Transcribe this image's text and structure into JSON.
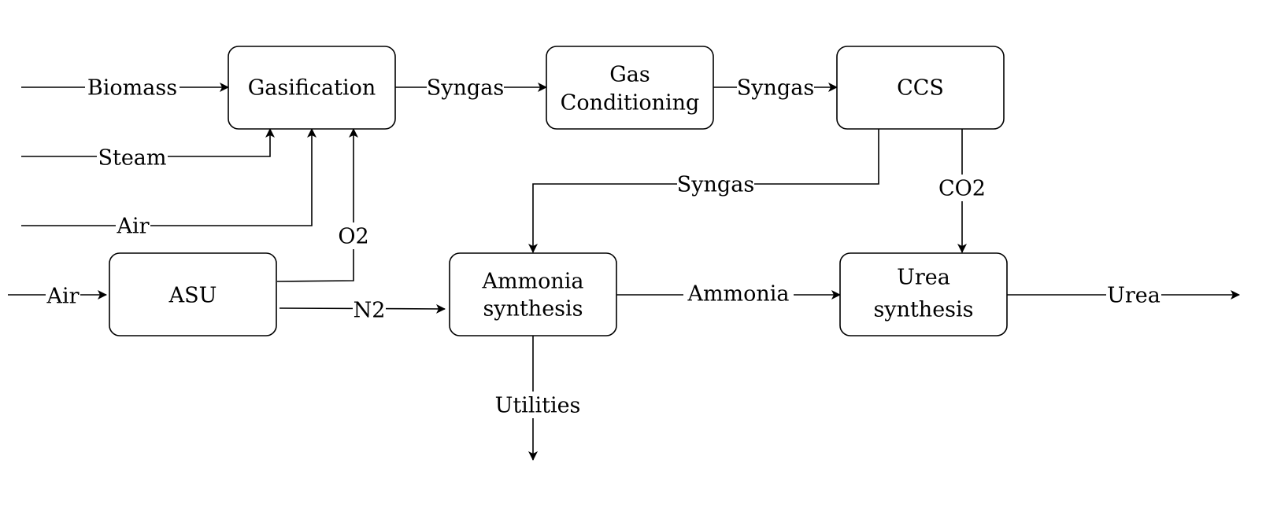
{
  "diagram": {
    "nodes": {
      "gasification": {
        "label": "Gasification"
      },
      "gas_conditioning": {
        "line1": "Gas",
        "line2": "Conditioning"
      },
      "ccs": {
        "label": "CCS"
      },
      "asu": {
        "label": "ASU"
      },
      "ammonia_synthesis": {
        "line1": "Ammonia",
        "line2": "synthesis"
      },
      "urea_synthesis": {
        "line1": "Urea",
        "line2": "synthesis"
      }
    },
    "edges": {
      "biomass_in": "Biomass",
      "steam_in": "Steam",
      "air_to_gasification": "Air",
      "air_to_asu": "Air",
      "o2": "O2",
      "n2": "N2",
      "syngas_1": "Syngas",
      "syngas_2": "Syngas",
      "syngas_3": "Syngas",
      "co2": "CO2",
      "ammonia": "Ammonia",
      "urea_out": "Urea",
      "utilities": "Utilities"
    }
  }
}
